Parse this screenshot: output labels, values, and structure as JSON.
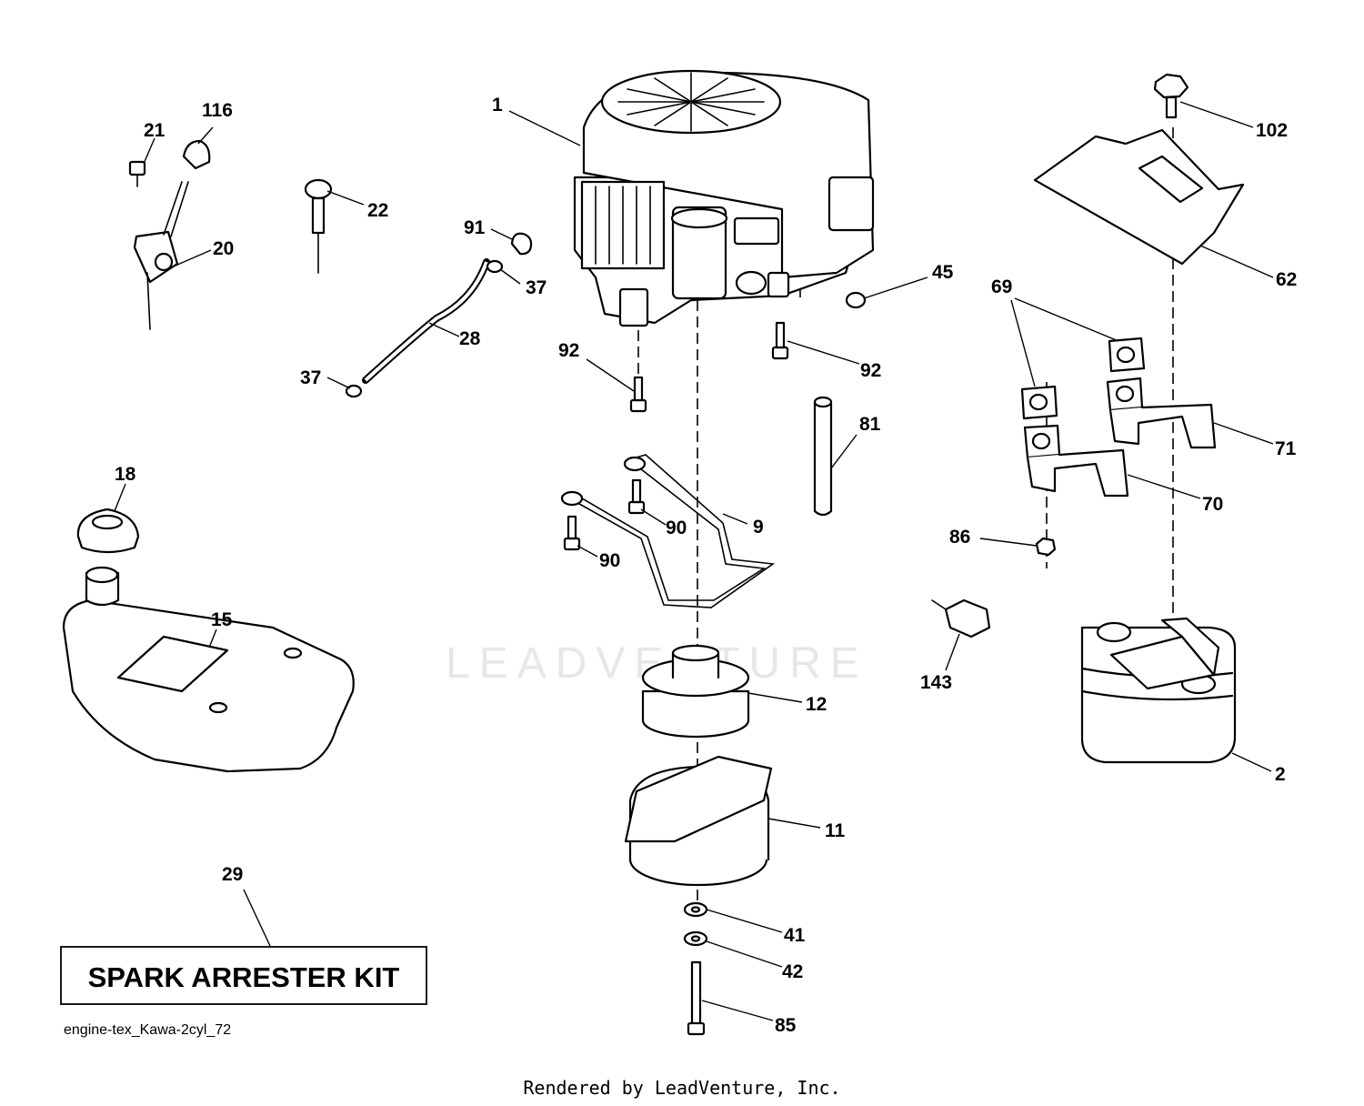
{
  "watermark": "LEADVENTURE",
  "kit_label": "SPARK ARRESTER KIT",
  "diagram_id": "engine-tex_Kawa-2cyl_72",
  "credit": "Rendered by LeadVenture, Inc.",
  "callouts": [
    {
      "key": "1",
      "text": "1"
    },
    {
      "key": "2",
      "text": "2"
    },
    {
      "key": "9",
      "text": "9"
    },
    {
      "key": "11",
      "text": "11"
    },
    {
      "key": "12",
      "text": "12"
    },
    {
      "key": "15",
      "text": "15"
    },
    {
      "key": "18",
      "text": "18"
    },
    {
      "key": "20",
      "text": "20"
    },
    {
      "key": "21",
      "text": "21"
    },
    {
      "key": "22",
      "text": "22"
    },
    {
      "key": "28",
      "text": "28"
    },
    {
      "key": "29",
      "text": "29"
    },
    {
      "key": "37a",
      "text": "37"
    },
    {
      "key": "37b",
      "text": "37"
    },
    {
      "key": "41",
      "text": "41"
    },
    {
      "key": "42",
      "text": "42"
    },
    {
      "key": "45",
      "text": "45"
    },
    {
      "key": "62",
      "text": "62"
    },
    {
      "key": "69",
      "text": "69"
    },
    {
      "key": "70",
      "text": "70"
    },
    {
      "key": "71",
      "text": "71"
    },
    {
      "key": "81",
      "text": "81"
    },
    {
      "key": "85",
      "text": "85"
    },
    {
      "key": "86",
      "text": "86"
    },
    {
      "key": "90a",
      "text": "90"
    },
    {
      "key": "90b",
      "text": "90"
    },
    {
      "key": "91",
      "text": "91"
    },
    {
      "key": "92a",
      "text": "92"
    },
    {
      "key": "92b",
      "text": "92"
    },
    {
      "key": "102",
      "text": "102"
    },
    {
      "key": "116",
      "text": "116"
    },
    {
      "key": "143",
      "text": "143"
    }
  ]
}
